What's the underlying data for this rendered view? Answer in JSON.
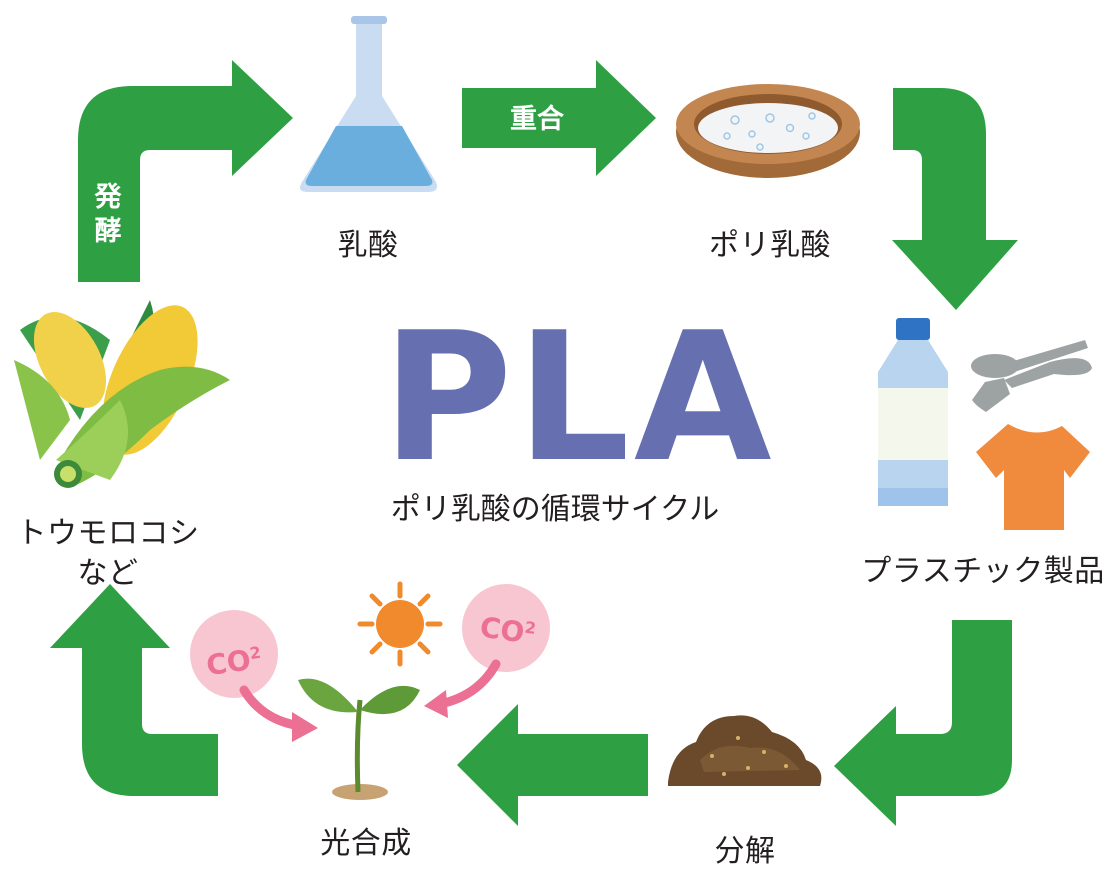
{
  "title": "PLA",
  "subtitle": "ポリ乳酸の循環サイクル",
  "stages": {
    "corn": {
      "line1": "トウモロコシ",
      "line2": "など"
    },
    "lactic_acid": "乳酸",
    "polylactic_acid": "ポリ乳酸",
    "plastic_products": "プラスチック製品",
    "decomposition": "分解",
    "photosynthesis": "光合成"
  },
  "arrows": {
    "fermentation": [
      "発",
      "酵"
    ],
    "polymerization": "重合"
  },
  "co2_labels": {
    "left": "CO",
    "left_sub": "2",
    "right": "CO",
    "right_sub": "2"
  },
  "colors": {
    "arrow_green": "#2ea043",
    "pla_blue": "#6670b0",
    "co2_pink": "#f7c6d1",
    "sun_orange": "#f08a2c"
  },
  "icons": [
    "flask-icon",
    "bowl-icon",
    "bottle-icon",
    "cutlery-icon",
    "tshirt-icon",
    "soil-icon",
    "seedling-icon",
    "sun-icon",
    "co2-bubble-icon",
    "corn-icon"
  ]
}
